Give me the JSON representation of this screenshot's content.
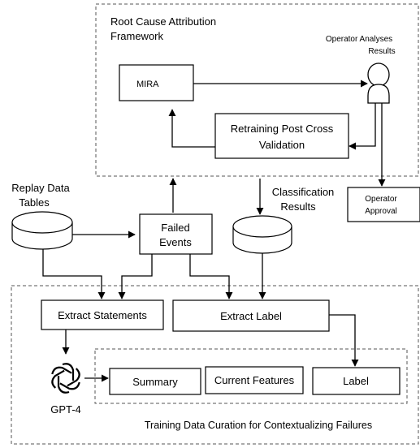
{
  "diagram": {
    "root_cause_group": {
      "label_line1": "Root Cause Attribution",
      "label_line2": "Framework"
    },
    "training_group": {
      "label": "Training Data Curation for Contextualizing Failures"
    },
    "mira": {
      "label": "MIRA"
    },
    "operator": {
      "label_line1": "Operator Analyses",
      "label_line2": "Results"
    },
    "retraining": {
      "label_line1": "Retraining Post Cross",
      "label_line2": "Validation"
    },
    "operator_approval": {
      "label_line1": "Operator",
      "label_line2": "Approval"
    },
    "replay_data": {
      "label_line1": "Replay Data",
      "label_line2": "Tables"
    },
    "failed_events": {
      "label_line1": "Failed",
      "label_line2": "Events"
    },
    "classification_results": {
      "label_line1": "Classification",
      "label_line2": "Results"
    },
    "extract_statements": {
      "label": "Extract Statements"
    },
    "extract_label": {
      "label": "Extract Label"
    },
    "gpt4": {
      "label": "GPT-4"
    },
    "summary": {
      "label": "Summary"
    },
    "current_features": {
      "label": "Current Features"
    },
    "label_box": {
      "label": "Label"
    }
  }
}
